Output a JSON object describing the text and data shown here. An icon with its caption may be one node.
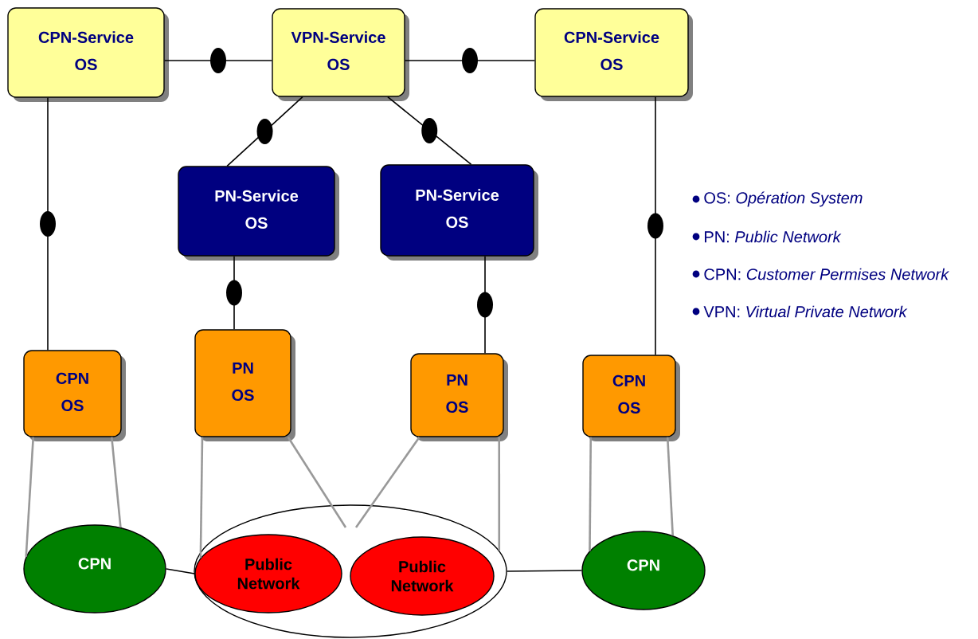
{
  "diagram": {
    "nodes": [
      {
        "text": [
          "CPN-Service",
          "OS"
        ]
      },
      {
        "text": [
          "VPN-Service",
          "OS"
        ]
      },
      {
        "text": [
          "CPN-Service",
          "OS"
        ]
      },
      {
        "text": [
          "PN-Service",
          "OS"
        ]
      },
      {
        "text": [
          "PN-Service",
          "OS"
        ]
      },
      {
        "text": [
          "CPN",
          "OS"
        ]
      },
      {
        "text": [
          "PN",
          "OS"
        ]
      },
      {
        "text": [
          "PN",
          "OS"
        ]
      },
      {
        "text": [
          "CPN",
          "OS"
        ]
      },
      {
        "text": [
          "CPN"
        ]
      },
      {
        "text": [],
        "shape": "ellipse"
      },
      {
        "text": [
          "Public Network"
        ],
        "in": 10
      },
      {
        "text": [
          "Public Network"
        ],
        "in": 10
      },
      {
        "text": [
          "CPN"
        ]
      }
    ],
    "edges": [
      {
        "from": 0,
        "to": 1,
        "arrow": "none"
      },
      {
        "from": 1,
        "to": 2,
        "arrow": "none"
      },
      {
        "from": 1,
        "to": 3,
        "arrow": "none"
      },
      {
        "from": 1,
        "to": 4,
        "arrow": "none"
      },
      {
        "from": 0,
        "to": 5,
        "arrow": "none"
      },
      {
        "from": 3,
        "to": 6,
        "arrow": "none"
      },
      {
        "from": 4,
        "to": 7,
        "arrow": "none"
      },
      {
        "from": 2,
        "to": 8,
        "arrow": "none"
      },
      {
        "from": 5,
        "to": 9,
        "arrow": "none",
        "color": "#999999"
      },
      {
        "from": 5,
        "to": 9,
        "arrow": "none",
        "color": "#999999"
      },
      {
        "from": 6,
        "to": 11,
        "arrow": "none",
        "color": "#999999"
      },
      {
        "from": 6,
        "to": 10,
        "arrow": "none",
        "color": "#999999"
      },
      {
        "from": 7,
        "to": 10,
        "arrow": "none",
        "color": "#999999"
      },
      {
        "from": 7,
        "to": 10,
        "arrow": "none",
        "color": "#999999"
      },
      {
        "from": 8,
        "to": 13,
        "arrow": "none",
        "color": "#999999"
      },
      {
        "from": 8,
        "to": 13,
        "arrow": "none",
        "color": "#999999"
      },
      {
        "from": 9,
        "to": 11,
        "arrow": "none"
      },
      {
        "from": 10,
        "to": 13,
        "arrow": "none"
      }
    ],
    "labels": [
      "OS: *Opération System*",
      "PN: *Public Network*",
      "CPN: *Customer Permises Network*",
      "VPN: *Virtual Private Network*"
    ]
  }
}
